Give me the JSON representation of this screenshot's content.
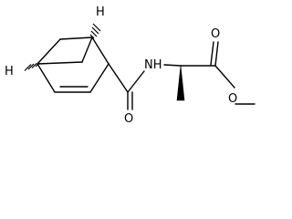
{
  "molecule": {
    "atoms": {
      "amide_nitrogen": "NH",
      "amide_oxygen": "O",
      "ester_carbonyl_oxygen": "O",
      "ester_ether_oxygen": "O"
    },
    "stereo_hydrogen_label": "H"
  }
}
